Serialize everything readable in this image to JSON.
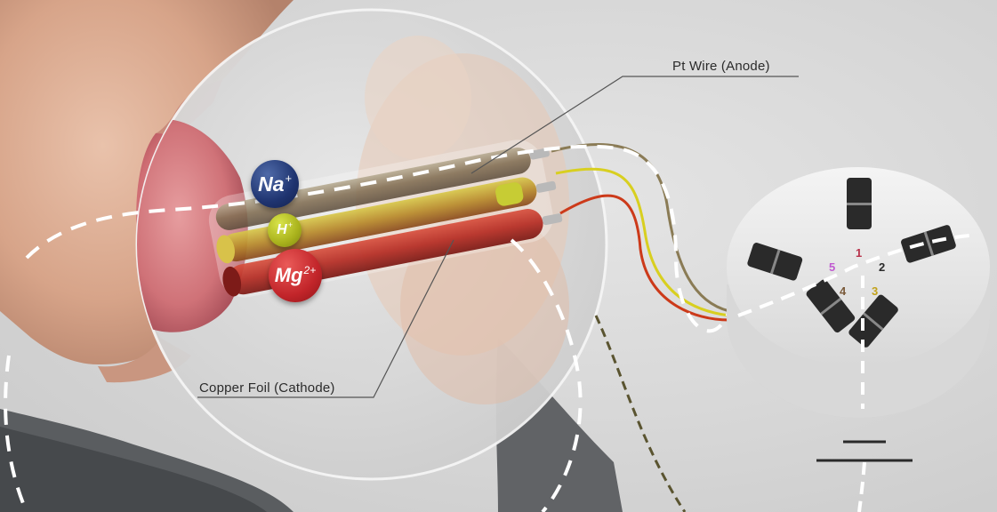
{
  "callouts": {
    "anode": "Pt Wire (Anode)",
    "cathode": "Copper Foil (Cathode)"
  },
  "ions": {
    "na": {
      "symbol": "Na",
      "charge": "+"
    },
    "h": {
      "symbol": "H",
      "charge": "+"
    },
    "mg": {
      "symbol": "Mg",
      "charge": "2+"
    }
  },
  "device": {
    "slots": [
      "1",
      "2",
      "3",
      "4",
      "5"
    ]
  },
  "colors": {
    "sodium": "#1f3470",
    "hydrogen": "#a9b21c",
    "magnesium": "#c2252a",
    "copper_wire": "#cc3a1a",
    "yellow_wire": "#d8cf20",
    "background": "#d6d6d6"
  }
}
